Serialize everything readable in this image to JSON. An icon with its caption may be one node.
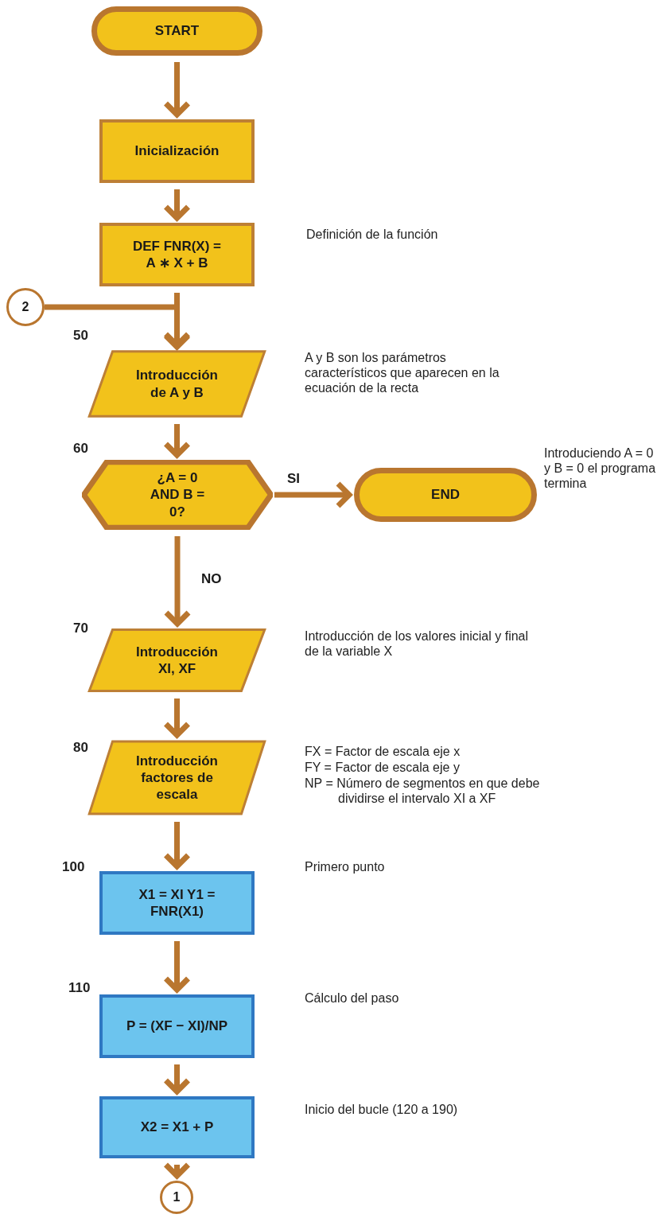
{
  "diagram": {
    "nodes": [
      {
        "text": [
          "START"
        ]
      },
      {
        "text": [
          "Inicialización"
        ]
      },
      {
        "text": [
          "DEF FNR(X) = A ∗ X + B"
        ]
      },
      {
        "text": [
          "2"
        ]
      },
      {
        "text": [
          "Introducción de A y B"
        ],
        "beside": [
          "50",
          "A y B son los parámetros característicos que aparecen en la ecuación de la recta"
        ]
      },
      {
        "text": [
          "¿A = 0 AND B = 0?"
        ],
        "beside": [
          "60"
        ]
      },
      {
        "text": [
          "END"
        ],
        "beside": [
          "Introduciendo A = 0 y B = 0 el programa termina"
        ]
      },
      {
        "text": [
          "Introducción XI, XF"
        ],
        "beside": [
          "70",
          "Introducción de los valores inicial y final de la variable X"
        ]
      },
      {
        "text": [
          "Introducción factores de escala"
        ],
        "beside": [
          "80",
          "FX = Factor de escala eje x",
          "FY = Factor de escala eje y",
          "NP = Número de segmentos en que debe dividirse el intervalo XI a XF"
        ]
      },
      {
        "text": [
          "X1 = XI Y1 = FNR(X1)"
        ],
        "beside": [
          "100",
          "Primero punto"
        ]
      },
      {
        "text": [
          "P = (XF − XI)/NP"
        ],
        "beside": [
          "110",
          "Cálculo del paso"
        ]
      },
      {
        "text": [
          "X2 = X1 + P"
        ],
        "beside": [
          "Inicio del bucle (120 a 190)"
        ]
      },
      {
        "text": [
          "1"
        ]
      }
    ],
    "edges": [
      {
        "from": 0,
        "to": 1,
        "arrow": "to"
      },
      {
        "from": 1,
        "to": 2,
        "arrow": "to"
      },
      {
        "from": 2,
        "to": 4,
        "arrow": "to"
      },
      {
        "from": 3,
        "to": 4,
        "arrow": "to"
      },
      {
        "from": 4,
        "to": 5,
        "arrow": "to"
      },
      {
        "from": 5,
        "to": 6,
        "arrow": "to",
        "label": "SI"
      },
      {
        "from": 5,
        "to": 7,
        "arrow": "to",
        "label": "NO"
      },
      {
        "from": 7,
        "to": 8,
        "arrow": "to"
      },
      {
        "from": 8,
        "to": 9,
        "arrow": "to"
      },
      {
        "from": 9,
        "to": 10,
        "arrow": "to"
      },
      {
        "from": 10,
        "to": 11,
        "arrow": "to"
      },
      {
        "from": 11,
        "to": 12,
        "arrow": "to"
      }
    ],
    "labels": [
      "Definición de la función"
    ]
  }
}
